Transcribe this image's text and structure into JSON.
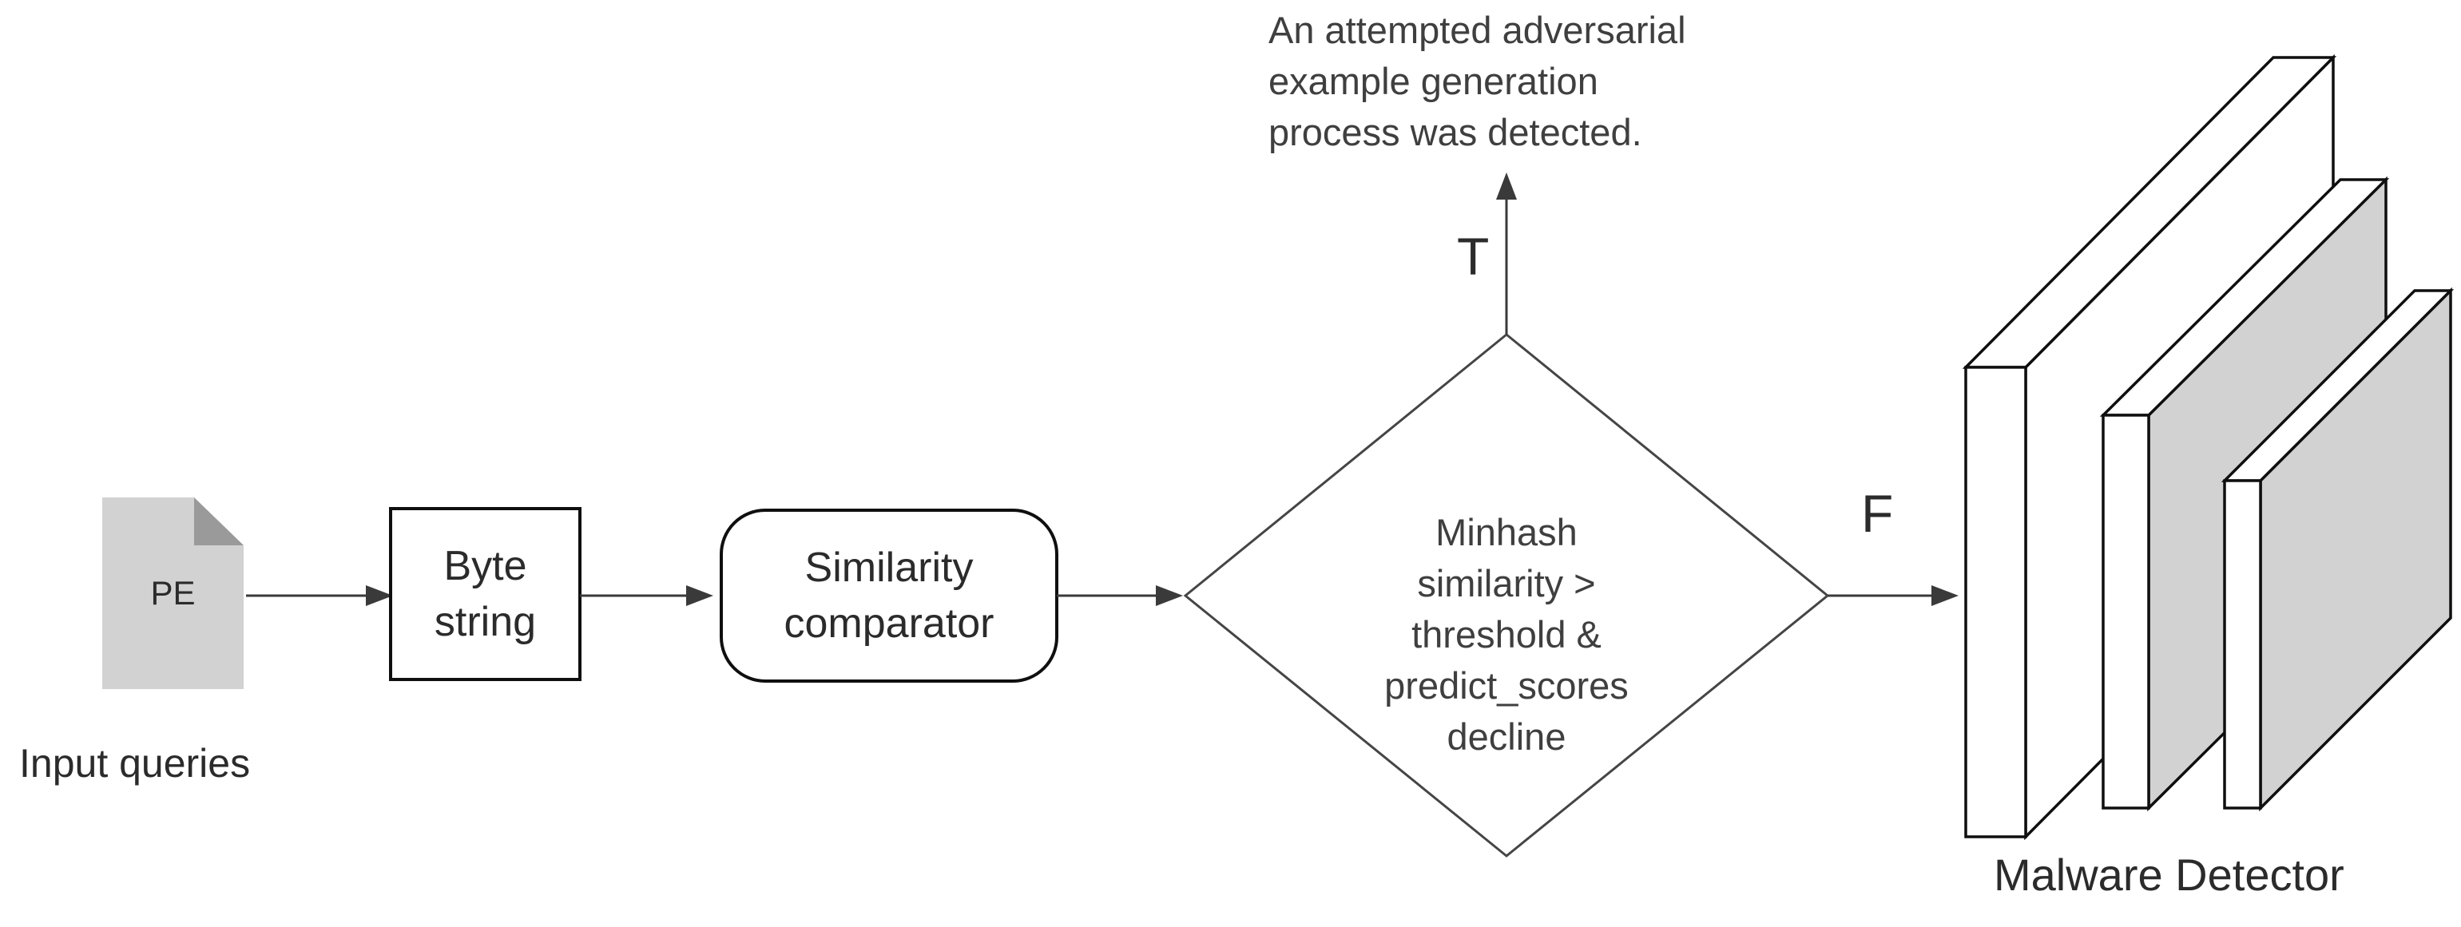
{
  "colors": {
    "background": "#ffffff",
    "line": "#3a3a3a",
    "box_stroke": "#0f0f0f",
    "diamond_stroke": "#454545",
    "document_fill": "#d2d2d2",
    "document_fold": "#9a9a9a",
    "layer_fill": "#d2d2d2",
    "text_primary": "#2b2b2b",
    "text_secondary": "#3f3f3f"
  },
  "icons": {
    "input_document": "pe-document-icon",
    "malware_detector": "neural-network-layers-icon"
  },
  "annotation": {
    "lines": [
      "An attempted adversarial",
      "example generation",
      "process was detected."
    ]
  },
  "branch_labels": {
    "true_label": "T",
    "false_label": "F"
  },
  "input": {
    "document_label": "PE",
    "caption": "Input queries"
  },
  "nodes": {
    "byte_string": {
      "lines": [
        "Byte",
        "string"
      ]
    },
    "similarity_comparator": {
      "lines": [
        "Similarity",
        "comparator"
      ]
    },
    "decision": {
      "lines": [
        "Minhash",
        "similarity >",
        "threshold &",
        "predict_scores",
        "decline"
      ]
    }
  },
  "detector": {
    "caption": "Malware Detector"
  }
}
